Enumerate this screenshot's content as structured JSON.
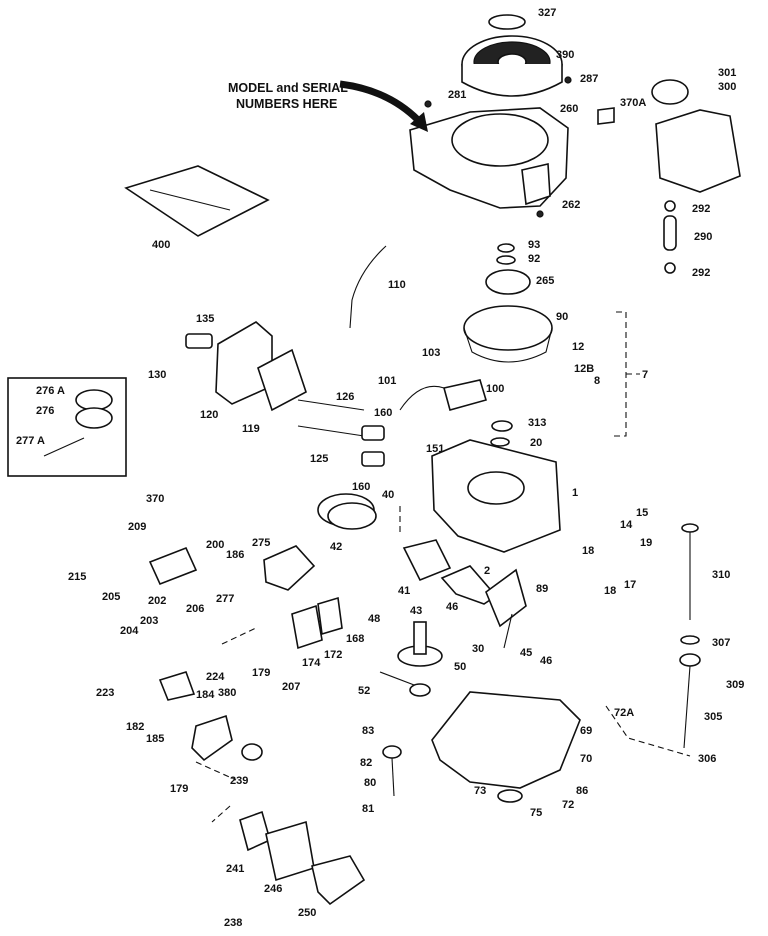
{
  "note": {
    "line1": "MODEL and SERIAL",
    "line2": "NUMBERS HERE"
  },
  "labels": {
    "p327": "327",
    "p390": "390",
    "p287": "287",
    "p281": "281",
    "p260": "260",
    "p370A": "370A",
    "p301": "301",
    "p300": "300",
    "p262": "262",
    "p292a": "292",
    "p290": "290",
    "p292b": "292",
    "p400": "400",
    "p110": "110",
    "p93": "93",
    "p92": "92",
    "p265": "265",
    "p90": "90",
    "p135": "135",
    "p130": "130",
    "p120": "120",
    "p119": "119",
    "p103": "103",
    "p12": "12",
    "p12B": "12B",
    "p8": "8",
    "p7": "7",
    "p101": "101",
    "p100": "100",
    "p126": "126",
    "p160a": "160",
    "p151": "151",
    "p125": "125",
    "p160b": "160",
    "p313": "313",
    "p20": "20",
    "p40": "40",
    "p276A": "276 A",
    "p276": "276",
    "p277A": "277 A",
    "p1": "1",
    "p370": "370",
    "p209": "209",
    "p200": "200",
    "p186": "186",
    "p275": "275",
    "p42": "42",
    "p15": "15",
    "p14": "14",
    "p19": "19",
    "p18a": "18",
    "p17": "17",
    "p18b": "18",
    "p310": "310",
    "p215": "215",
    "p205": "205",
    "p202": "202",
    "p206": "206",
    "p204": "204",
    "p203": "203",
    "p277": "277",
    "p41": "41",
    "p2": "2",
    "p43": "43",
    "p46a": "46",
    "p89": "89",
    "p48": "48",
    "p168": "168",
    "p172": "172",
    "p174": "174",
    "p179a": "179",
    "p224": "224",
    "p30": "30",
    "p45": "45",
    "p46b": "46",
    "p307": "307",
    "p50": "50",
    "p207": "207",
    "p223": "223",
    "p184": "184",
    "p380": "380",
    "p52": "52",
    "p309": "309",
    "p182": "182",
    "p185": "185",
    "p72A": "72A",
    "p305": "305",
    "p83": "83",
    "p69": "69",
    "p70": "70",
    "p82": "82",
    "p306": "306",
    "p239": "239",
    "p179b": "179",
    "p80": "80",
    "p73": "73",
    "p86": "86",
    "p81": "81",
    "p72": "72",
    "p75": "75",
    "p241": "241",
    "p246": "246",
    "p238": "238",
    "p250": "250"
  }
}
